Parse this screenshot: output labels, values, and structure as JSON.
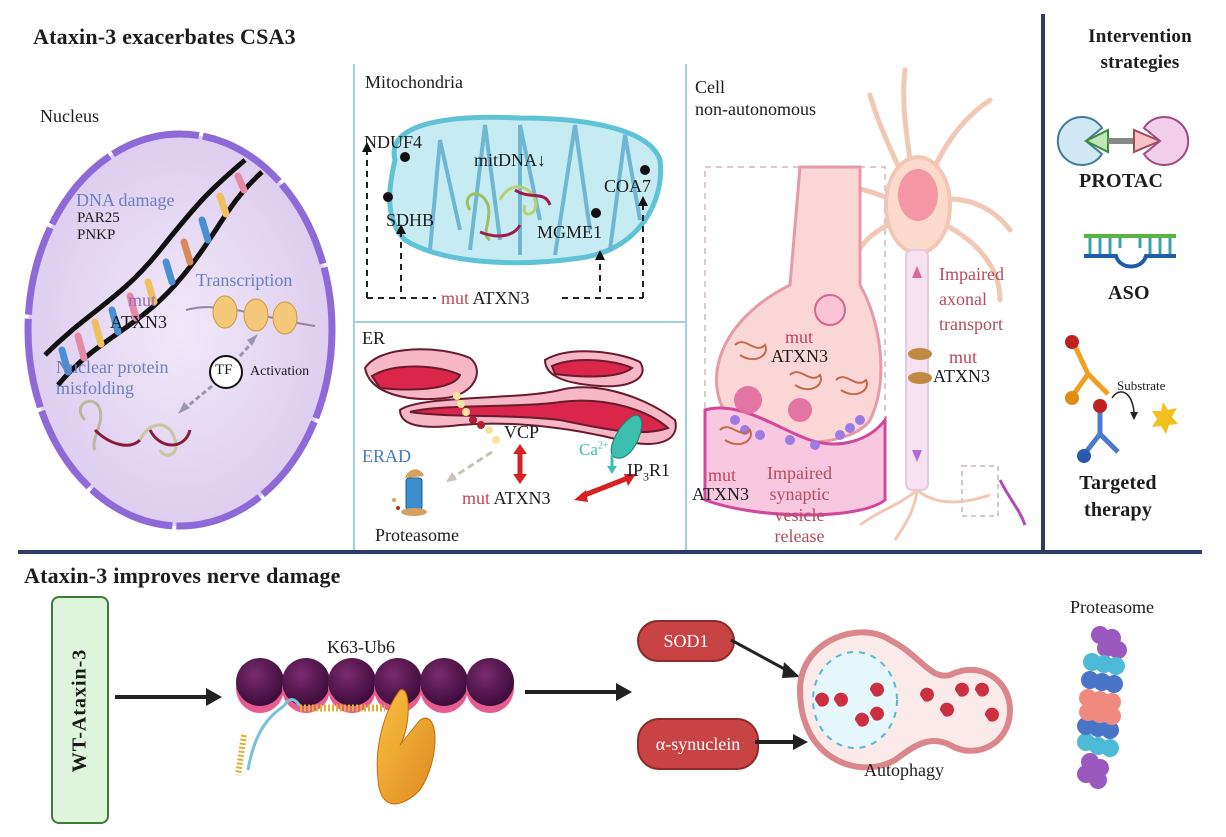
{
  "top_section": {
    "title": "Ataxin-3 exacerbates CSA3",
    "nucleus": {
      "label": "Nucleus",
      "dna_damage": "DNA damage",
      "dna_genes": [
        "PAR25",
        "PNKP"
      ],
      "mut": "mut",
      "atxn3": "ATXN3",
      "transcription": "Transcription",
      "tf": "TF",
      "activation": "Activation",
      "misfolding": [
        "Nuclear protein",
        "misfolding"
      ]
    },
    "mitochondria": {
      "label": "Mitochondria",
      "targets": [
        "NDUF4",
        "SDHB",
        "mitDNA",
        "MGME1",
        "COA7"
      ],
      "mitdna_arrow": "↓",
      "mut": "mut",
      "atxn3": "ATXN3"
    },
    "er": {
      "label": "ER",
      "vcp": "VCP",
      "erad": "ERAD",
      "proteasome": "Proteasome",
      "ca": "Ca",
      "ca_sup": "2+",
      "ip3r1_pre": "IP",
      "ip3r1_sub": "3",
      "ip3r1_post": "R1",
      "mut": "mut",
      "atxn3": "ATXN3"
    },
    "cell": {
      "label": [
        "Cell",
        "non-autonomous"
      ],
      "mut": "mut",
      "atxn3": "ATXN3",
      "axonal": [
        "Impaired",
        "axonal",
        "transport"
      ],
      "synaptic": [
        "Impaired",
        "synaptic",
        "vesicle",
        "release"
      ]
    }
  },
  "intervention": {
    "title": [
      "Intervention",
      "strategies"
    ],
    "items": [
      {
        "label": "PROTAC",
        "icon": "protac-icon"
      },
      {
        "label": "ASO",
        "icon": "aso-icon"
      },
      {
        "label": "Targeted therapy",
        "lines": [
          "Targeted",
          "therapy"
        ],
        "icon": "antibody-icon",
        "substrate": "Substrate"
      }
    ]
  },
  "bottom_section": {
    "title": "Ataxin-3 improves nerve damage",
    "wt_box": "WT-Ataxin-3",
    "k63": "K63-Ub6",
    "sod1": "SOD1",
    "synuclein": "α-synuclein",
    "autophagy": "Autophagy",
    "proteasome": "Proteasome"
  },
  "colors": {
    "navy_divider": "#2d3d66",
    "panel_divider": "#9fd3dc",
    "nucleus_fill": "#e7d9f3",
    "nucleus_border": "#8e6ad8",
    "mito_fill": "#bfe8f0",
    "er_red": "#d9264a",
    "pill_red": "#c84343",
    "wt_green": "#dff4dc",
    "ub_purple": "#5a1850"
  }
}
